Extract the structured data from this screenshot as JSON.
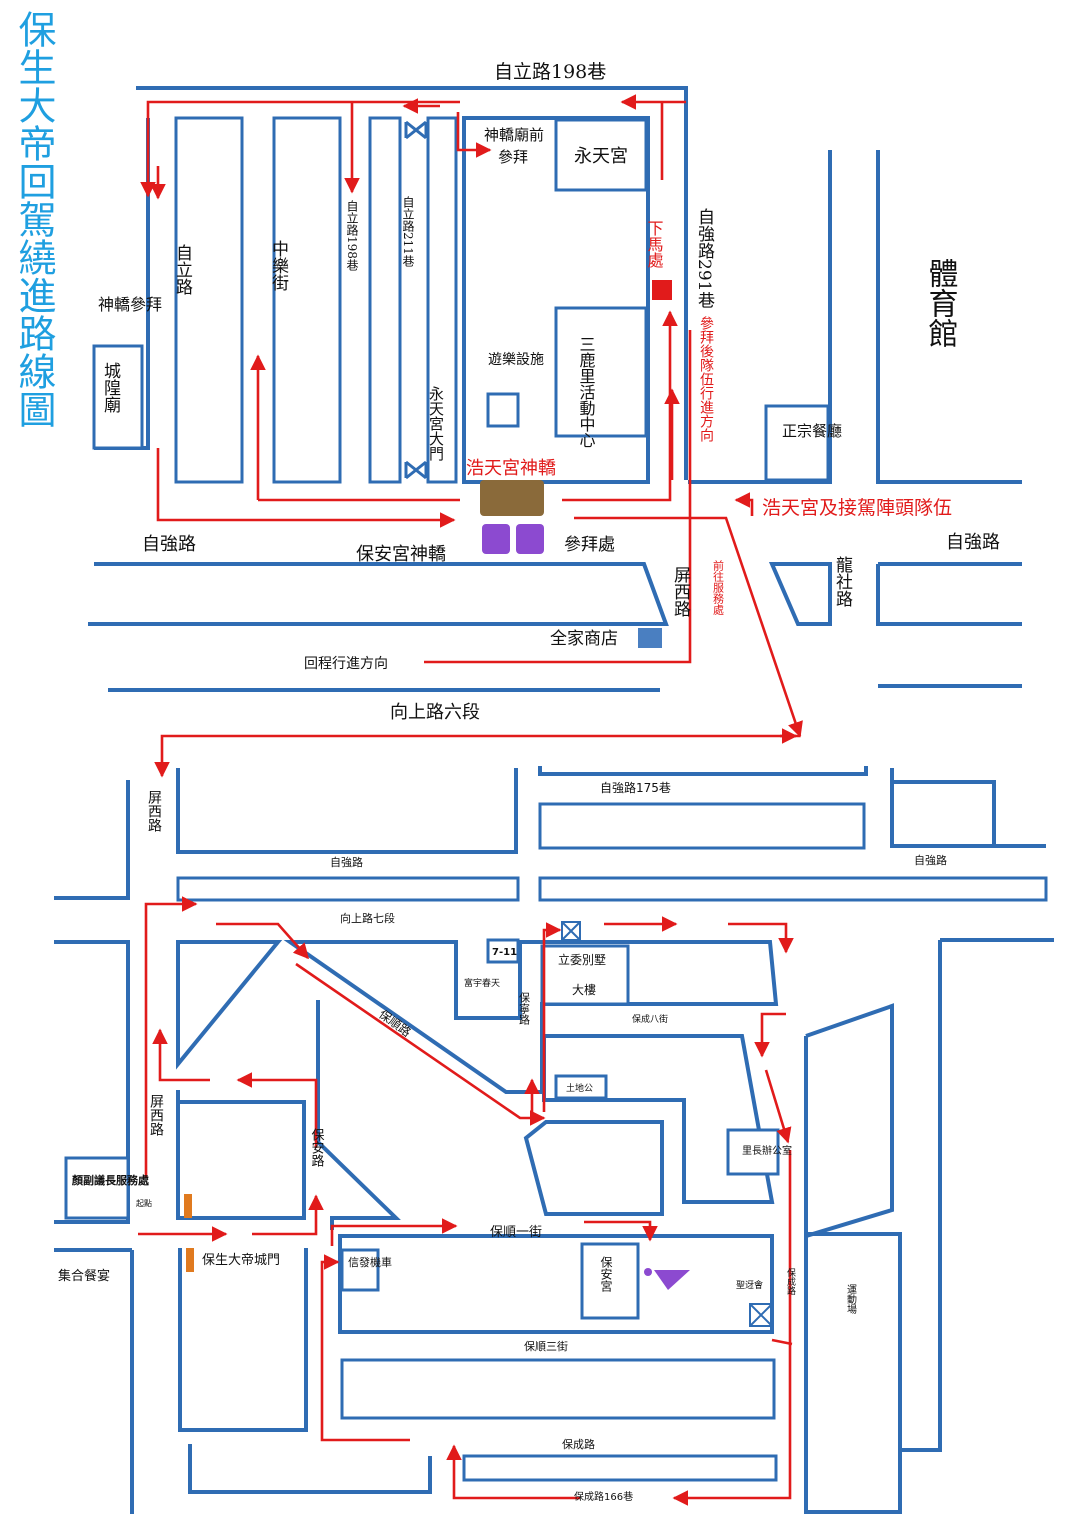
{
  "title": "保生大帝回駕繞進路線圖",
  "upper": {
    "zili198_top": "自立路198巷",
    "shenjiao_front": "神轎廟前",
    "canbai": "參拜",
    "yongtian": "永天宮",
    "zili": "自立路",
    "zhongle": "中樂街",
    "zili198_v": "自立路198巷",
    "zili211_v": "自立路211巷",
    "xiama": "下馬處",
    "ziqiang291": "自強路291巷",
    "after_worship": "參拜後隊伍行進方向",
    "tiyuguan": "體育館",
    "shenjiao_canbai": "神轎參拜",
    "chenghuang": "城隍廟",
    "youle": "遊樂設施",
    "sanlu": "三鹿里活動中心",
    "yongtian_gate": "永天宮大門",
    "haotian_jiao": "浩天宮神轎",
    "zhengzong": "正宗餐廳",
    "haotian_team": "浩天宮及接駕陣頭隊伍",
    "ziqiang_l": "自強路",
    "ziqiang_r": "自強路",
    "baoan_jiao": "保安宮神轎",
    "canbai_chu": "參拜處",
    "pingxi": "屏西路",
    "to_service": "前往服務處",
    "longshe": "龍社路",
    "familymart": "全家商店",
    "return_dir": "回程行進方向",
    "xiangshang6": "向上路六段"
  },
  "lower": {
    "ziqiang175": "自強路175巷",
    "pingxi_top": "屏西路",
    "ziqiang_a": "自強路",
    "ziqiang_b": "自強路",
    "xiangshang7": "向上路七段",
    "seven_eleven": "7-11",
    "fuyu": "富宇春天",
    "baoning": "保寧路",
    "liwei1": "立委別墅",
    "liwei2": "大樓",
    "baocheng8": "保成八街",
    "baoshun": "保順路",
    "tudigong": "土地公",
    "pingxi_mid": "屏西路",
    "baoan_rd": "保安路",
    "lizhang": "里長辦公室",
    "yan_office": "顏副議長服務處",
    "qidian": "起點",
    "baoshun1": "保順一街",
    "baoan_temple": "保安宮",
    "jihe": "集合餐宴",
    "gate": "保生大帝城門",
    "xinfa": "信發機車",
    "shengjiao": "聖迓會",
    "baocheng_v": "保成路",
    "yundong": "運動場",
    "baoshun3": "保順三街",
    "baocheng": "保成路",
    "baocheng166": "保成路166巷"
  },
  "colors": {
    "street": "#2f6cb3",
    "route": "#e11b1b",
    "title": "#1f9fe0",
    "mart": "#4a7fc1",
    "gate_marker": "#e07a1f"
  }
}
